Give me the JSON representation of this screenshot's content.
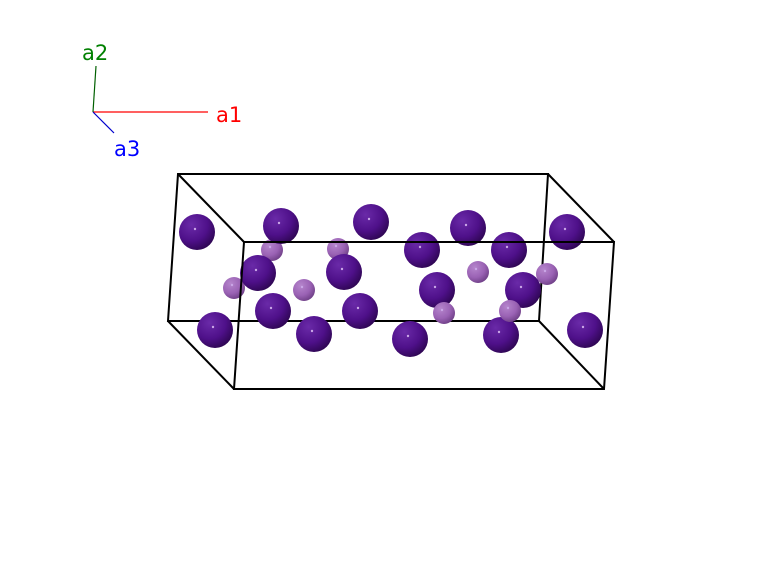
{
  "axes": {
    "a1": {
      "label": "a1",
      "color": "#ff0000"
    },
    "a2": {
      "label": "a2",
      "color": "#008000"
    },
    "a3": {
      "label": "a3",
      "color": "#0000ff"
    }
  },
  "atoms": {
    "large_color": "#4b0f86",
    "small_color": "#9b62b4"
  }
}
